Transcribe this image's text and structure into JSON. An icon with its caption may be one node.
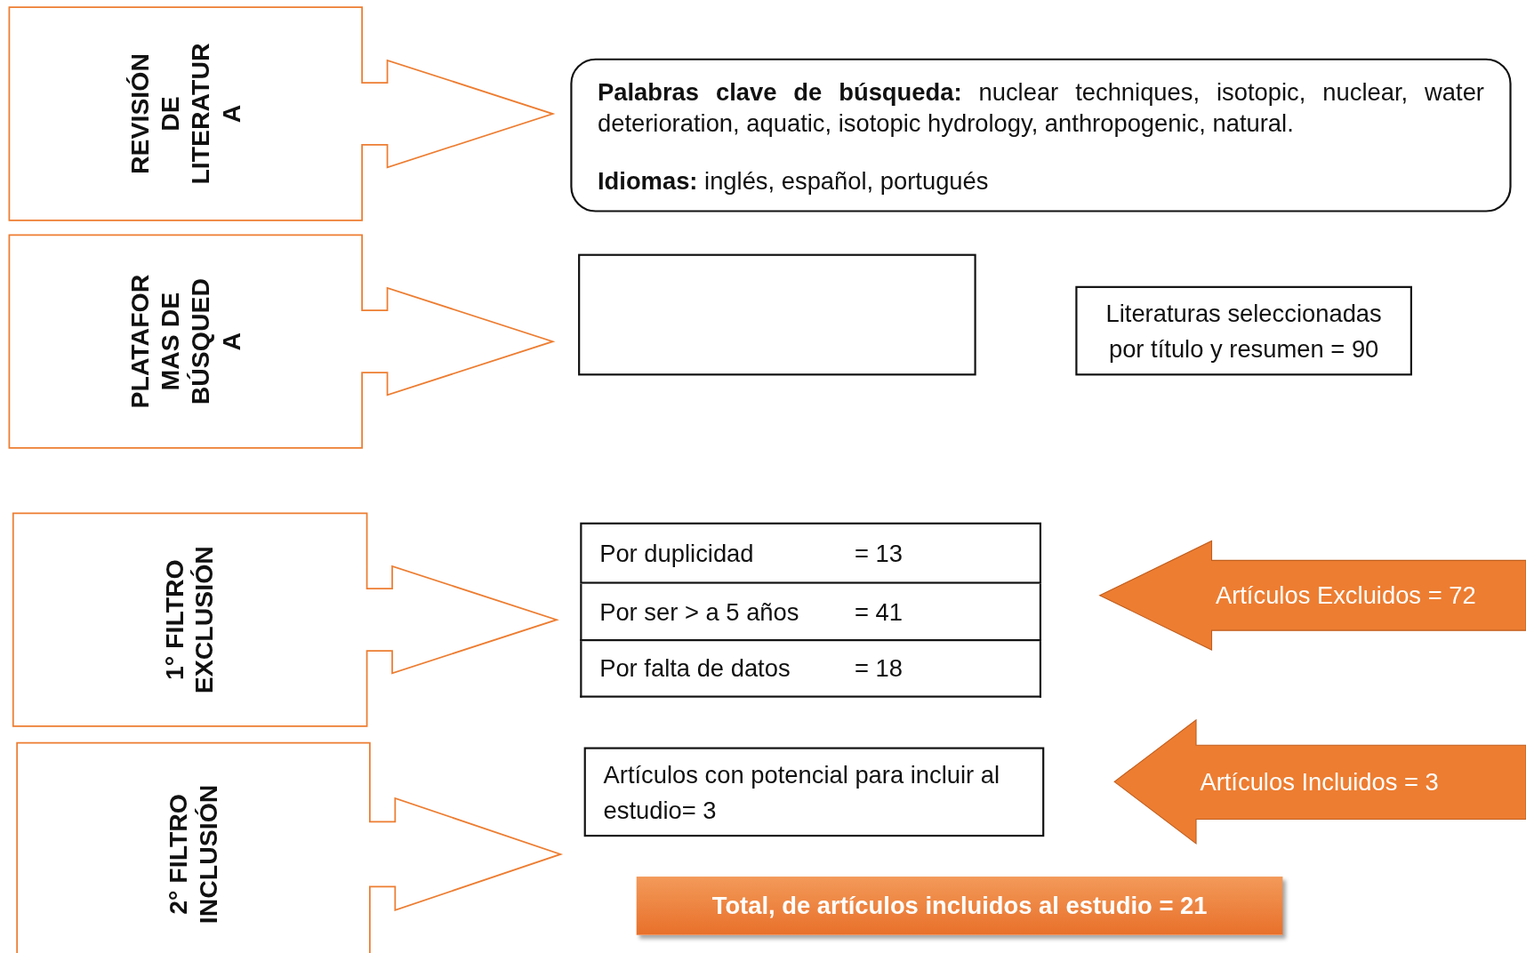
{
  "diagram": {
    "nodes": [
      {
        "text": [
          "REVISIÓN DE LITERATURA"
        ]
      },
      {
        "text": [
          "**Palabras clave de búsqueda:** nuclear techniques, isotopic, nuclear, water deterioration, aquatic, isotopic hydrology, anthropogenic, natural.",
          "**Idiomas:** inglés, español, portugués"
        ]
      },
      {
        "text": [
          "PLATAFORMAS DE BÚSQUEDA"
        ]
      },
      {
        "text": [],
        "shape": "box"
      },
      {
        "text": [
          "Literaturas seleccionadas por título y resumen = 90"
        ]
      },
      {
        "text": [
          "1° FILTRO EXCLUSIÓN"
        ]
      },
      {
        "text": [
          "Por duplicidad",
          "= 13"
        ]
      },
      {
        "text": [
          "Por ser > a 5 años",
          "= 41"
        ]
      },
      {
        "text": [
          "Por falta de datos",
          "= 18"
        ]
      },
      {
        "text": [
          "Artículos Excluidos = 72"
        ]
      },
      {
        "text": [
          "2° FILTRO INCLUSIÓN"
        ]
      },
      {
        "text": [
          "Artículos con potencial para incluir al estudio= 3"
        ]
      },
      {
        "text": [
          "Artículos Incluidos = 3"
        ]
      },
      {
        "text": [
          "Total, de artículos incluidos al estudio = 21"
        ]
      }
    ]
  }
}
